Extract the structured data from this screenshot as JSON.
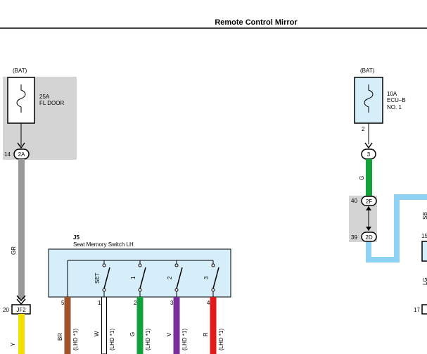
{
  "page": {
    "title": "Remote Control Mirror"
  },
  "fuses": {
    "left": {
      "source": "(BAT)",
      "rating": "25A",
      "name": "FL DOOR"
    },
    "right": {
      "source": "(BAT)",
      "rating": "10A",
      "name_line1": "ECU–B",
      "name_line2": "NO. 1",
      "pin": "2"
    }
  },
  "connectors": {
    "c_2a": {
      "pin": "14",
      "id": "2A"
    },
    "c_3": {
      "id": "3"
    },
    "c_2f": {
      "pin": "40",
      "id": "2F"
    },
    "c_2d": {
      "pin": "39",
      "id": "2D"
    },
    "c_jf2": {
      "pin": "20",
      "id": "JF2"
    },
    "c_right_15": {
      "pin": "15"
    },
    "c_right_17": {
      "pin": "17"
    }
  },
  "wires": {
    "gr": {
      "label": "GR",
      "color": "#999999"
    },
    "g_top": {
      "label": "G",
      "color": "#11a33a"
    },
    "y": {
      "label": "Y",
      "color": "#f2df00"
    },
    "blue": {
      "color": "#8fd3f4"
    },
    "sb_partial": {
      "label": "SB"
    },
    "lg_partial": {
      "label": "LG"
    }
  },
  "switch": {
    "id": "J5",
    "name": "Seat Memory Switch LH",
    "contacts": [
      "SET",
      "1",
      "2",
      "3"
    ],
    "pins": [
      {
        "pin": "5",
        "wire": "BR",
        "note": "(LHD *1)",
        "color": "#a0522d"
      },
      {
        "pin": "1",
        "wire": "W",
        "note": "(LHD *1)",
        "color": "#ffffff"
      },
      {
        "pin": "2",
        "wire": "G",
        "note": "(LHD *1)",
        "color": "#11a33a"
      },
      {
        "pin": "3",
        "wire": "V",
        "note": "(LHD *1)",
        "color": "#7b2c9e"
      },
      {
        "pin": "4",
        "wire": "R",
        "note": "(LHD *1)",
        "color": "#e21a1a"
      }
    ]
  },
  "colors": {
    "shade": "#d4d4d4",
    "box_fill": "#d6eefa"
  }
}
